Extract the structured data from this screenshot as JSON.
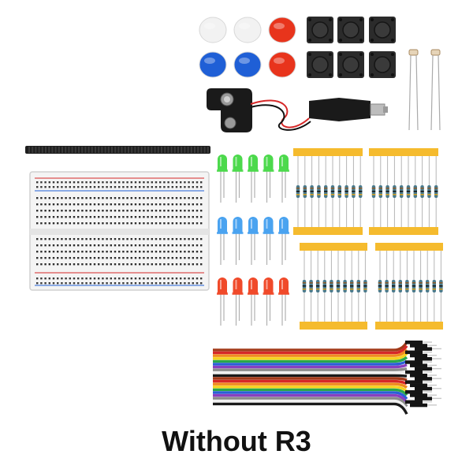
{
  "caption": "Without R3",
  "colors": {
    "background": "#ffffff",
    "caption_text": "#111111",
    "cap_white": "#f2f2f2",
    "cap_red": "#e8341c",
    "cap_blue": "#1f5fd6",
    "button_body": "#2b2b2b",
    "led_green": "#4cd94c",
    "led_blue": "#4aa3f0",
    "led_red": "#f04a2a",
    "resistor_tape": "#f5bb2e",
    "breadboard": "#f4f4f4",
    "wire_colors": [
      "#a33a1a",
      "#d62828",
      "#f08c1e",
      "#f5d31e",
      "#2aa84a",
      "#2a5fd6",
      "#8a3fbf",
      "#8c8c8c",
      "#f0f0f0",
      "#1a1a1a"
    ]
  },
  "items": {
    "button_caps_top": [
      "white",
      "white",
      "red"
    ],
    "button_caps_bottom": [
      "blue",
      "blue",
      "red"
    ],
    "tactile_buttons": 6,
    "photoresistors": 2,
    "battery_clip": "9V",
    "breadboard": "half-size",
    "pin_header": "single-row",
    "led_rows": [
      "green",
      "blue",
      "red"
    ],
    "leds_per_row": 5,
    "resistor_strips": 4,
    "resistors_per_strip": 10,
    "jumper_wire_bundle": 1
  }
}
